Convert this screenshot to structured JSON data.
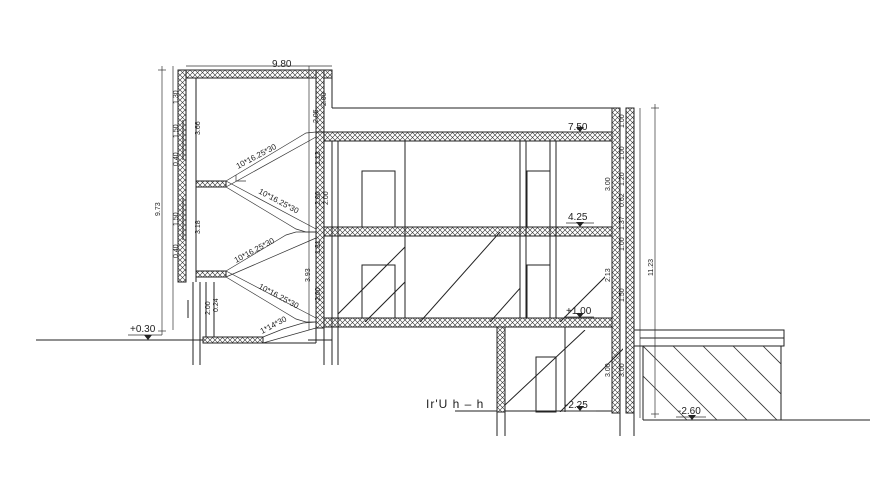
{
  "levels": {
    "roof": "7.50",
    "first_floor": "4.25",
    "ground_floor": "+1.00",
    "entrance": "+0.30",
    "basement": "-2.25",
    "yard": "-2.60"
  },
  "overall_dims": {
    "top_width": "9.80",
    "left_height": "9.73",
    "right_height": "11.23"
  },
  "stairs": {
    "flight_1": "1*14*30",
    "flight_2": "10*16.25*30",
    "flight_3": "10*16.25*30",
    "flight_4": "10*16.25*30"
  },
  "left_stack": [
    "1.30",
    "1.50",
    "0.40",
    "1.50",
    "0.40",
    "1.50",
    "0.90",
    "0.24",
    "2.00",
    "3.18",
    "3.66"
  ],
  "mid_stack": [
    "2.05",
    "2.00",
    "1.13",
    "0.05",
    "2.00",
    "2.00",
    "0.21",
    "1.31",
    "2.00",
    "3.93"
  ],
  "right_stack": [
    "1.00",
    "1.00",
    "1.20",
    "3.00",
    "3.12",
    "0.62",
    "1.37",
    "1.00",
    "1.12",
    "2.13",
    "0.21",
    "1.50",
    "3.00",
    "3.00"
  ],
  "caption": "Ir'U h – h"
}
